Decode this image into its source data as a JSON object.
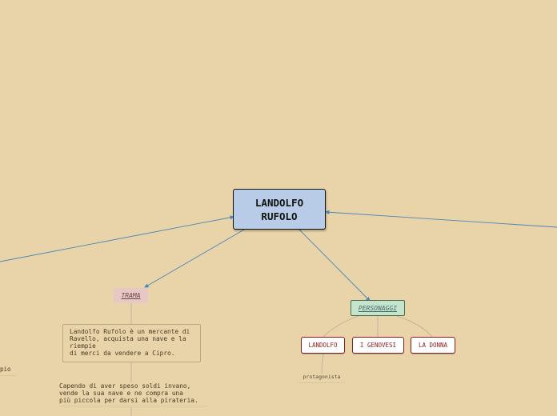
{
  "central": {
    "label": "LANDOLFO RUFOLO"
  },
  "trama": {
    "label": "TRAMA",
    "summary": "Landolfo Rufolo è un mercante di\nRavello, acquista una nave e la\nriempie\ndi merci da vendere a Cipro.",
    "continuation": "Capendo di aver speso soldi invano,\nvende la sua nave e ne compra una\npiù piccola per darsi alla pirateria."
  },
  "personaggi": {
    "label": "PERSONAGGI",
    "characters": [
      {
        "label": "LANDOLFO",
        "note": "protagonista"
      },
      {
        "label": "I GENOVESI"
      },
      {
        "label": "LA DONNA"
      }
    ]
  },
  "offscreen_left": {
    "label": "pio"
  },
  "colors": {
    "background": "#e8d4a8",
    "central_fill": "#b8cce8",
    "link_blue": "#4a86b8",
    "trama_fill": "#e8c8c4",
    "personaggi_fill": "#c4e4cc",
    "character_border": "#8a1e1e"
  }
}
